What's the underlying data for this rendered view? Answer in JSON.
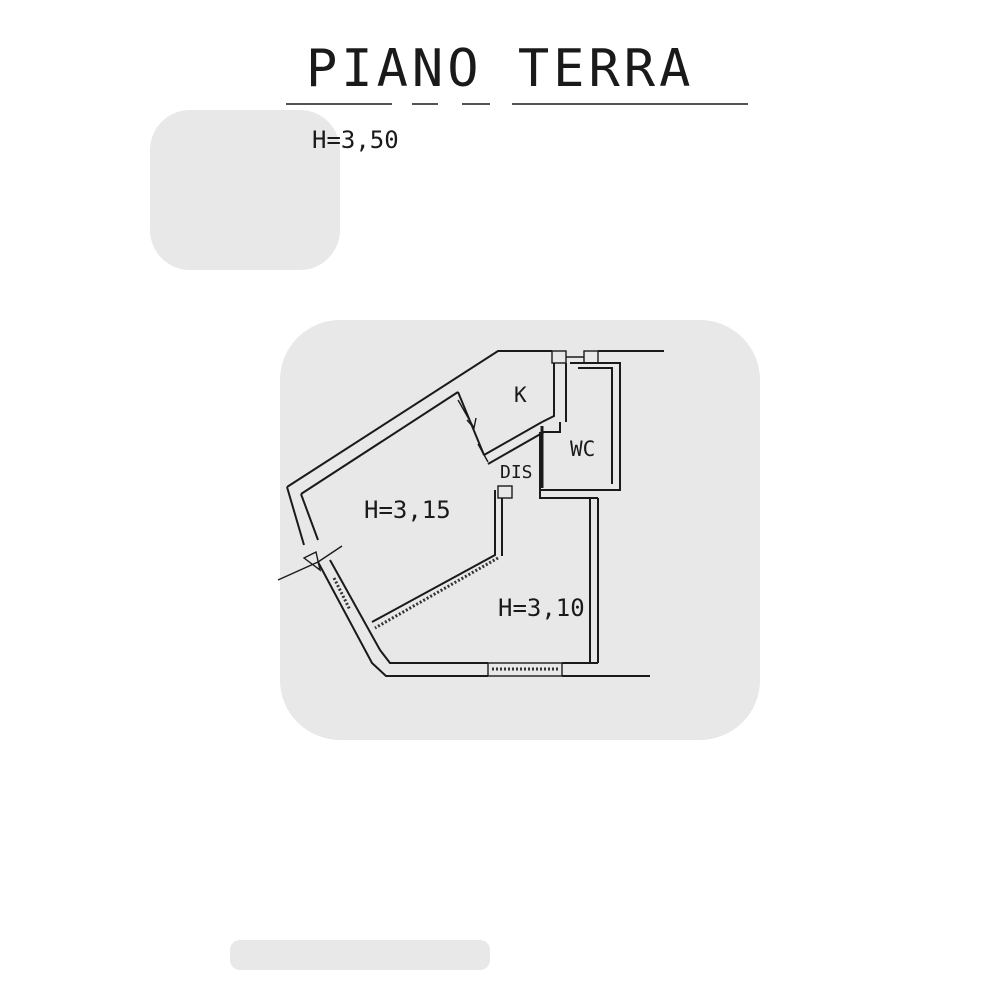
{
  "title": "PIANO TERRA",
  "overall_height": "H=3,50",
  "rooms": {
    "main": {
      "label": "H=3,15"
    },
    "kitchen": {
      "label": "K"
    },
    "wc": {
      "label": "WC"
    },
    "disimpegno": {
      "label": "DIS"
    },
    "entry": {
      "label": "H=3,10"
    }
  },
  "colors": {
    "ink": "#1a1a1a",
    "paper": "#ffffff"
  }
}
